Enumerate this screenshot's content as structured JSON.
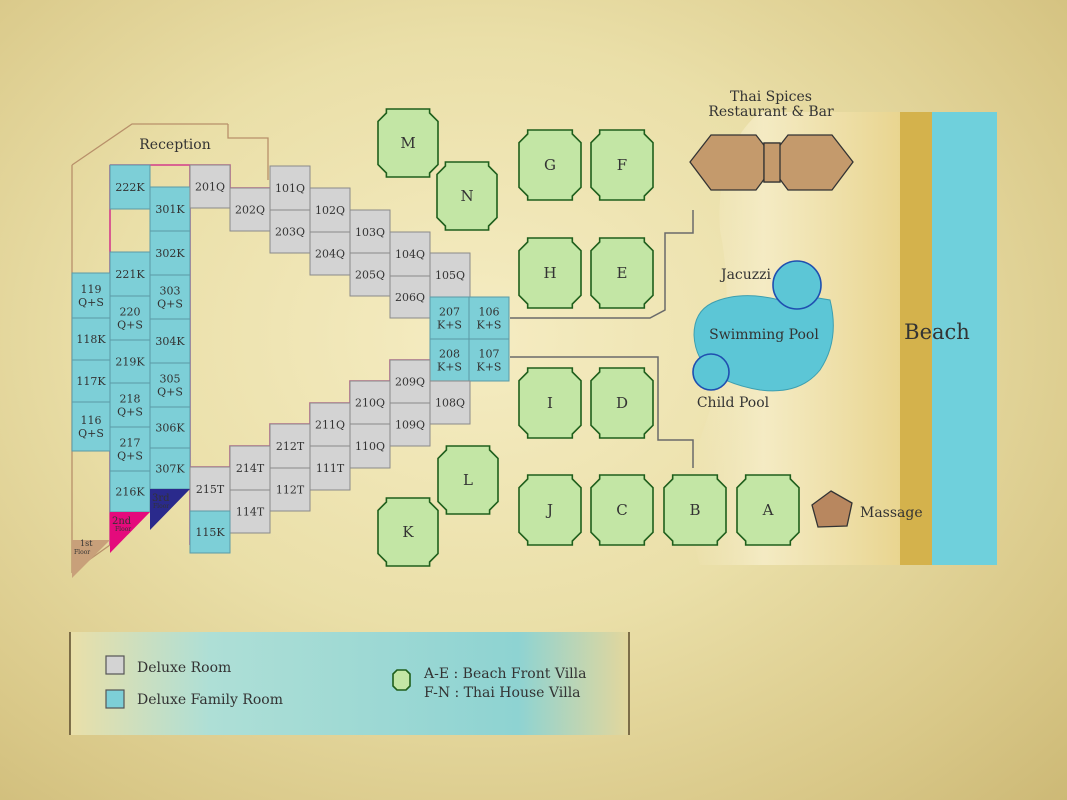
{
  "colors": {
    "deluxe": "#d3d3d3",
    "family": "#7dcfd7",
    "villa": "#c3e6a5",
    "villa_stroke": "#1f5f1c",
    "floor2": "#e40a7c",
    "floor3": "#2a2a8c",
    "floor1": "#c8a07a",
    "restaurant": "#c49a6c",
    "pool": "#5cc6d6",
    "water": "#6fd0dc",
    "sand": "#d4b24c"
  },
  "labels": {
    "reception": "Reception",
    "restaurant_line1": "Thai Spices",
    "restaurant_line2": "Restaurant & Bar",
    "jacuzzi": "Jacuzzi",
    "swimming_pool": "Swimming Pool",
    "child_pool": "Child Pool",
    "beach": "Beach",
    "massage": "Massage",
    "floor1_a": "1st",
    "floor1_b": "Floor",
    "floor2_a": "2nd",
    "floor2_b": "Floor",
    "floor3_a": "3rd",
    "floor3_b": "Floor"
  },
  "legend": {
    "deluxe_room": "Deluxe Room",
    "deluxe_family_room": "Deluxe Family Room",
    "villa_line1": "A-E : Beach Front Villa",
    "villa_line2": "F-N : Thai House Villa"
  },
  "rooms": [
    {
      "id": "222K",
      "type": "family",
      "lines": [
        "222K"
      ]
    },
    {
      "id": "221K",
      "type": "family",
      "lines": [
        "221K"
      ]
    },
    {
      "id": "220",
      "type": "family",
      "lines": [
        "220",
        "Q+S"
      ]
    },
    {
      "id": "219K",
      "type": "family",
      "lines": [
        "219K"
      ]
    },
    {
      "id": "218",
      "type": "family",
      "lines": [
        "218",
        "Q+S"
      ]
    },
    {
      "id": "217",
      "type": "family",
      "lines": [
        "217",
        "Q+S"
      ]
    },
    {
      "id": "216K",
      "type": "family",
      "lines": [
        "216K"
      ]
    },
    {
      "id": "301K",
      "type": "family",
      "lines": [
        "301K"
      ]
    },
    {
      "id": "302K",
      "type": "family",
      "lines": [
        "302K"
      ]
    },
    {
      "id": "303",
      "type": "family",
      "lines": [
        "303",
        "Q+S"
      ]
    },
    {
      "id": "304K",
      "type": "family",
      "lines": [
        "304K"
      ]
    },
    {
      "id": "305",
      "type": "family",
      "lines": [
        "305",
        "Q+S"
      ]
    },
    {
      "id": "306K",
      "type": "family",
      "lines": [
        "306K"
      ]
    },
    {
      "id": "307K",
      "type": "family",
      "lines": [
        "307K"
      ]
    },
    {
      "id": "119",
      "type": "family",
      "lines": [
        "119",
        "Q+S"
      ]
    },
    {
      "id": "118K",
      "type": "family",
      "lines": [
        "118K"
      ]
    },
    {
      "id": "117K",
      "type": "family",
      "lines": [
        "117K"
      ]
    },
    {
      "id": "116",
      "type": "family",
      "lines": [
        "116",
        "Q+S"
      ]
    },
    {
      "id": "201Q",
      "type": "deluxe",
      "lines": [
        "201Q"
      ]
    },
    {
      "id": "101Q",
      "type": "deluxe",
      "lines": [
        "101Q"
      ]
    },
    {
      "id": "202Q",
      "type": "deluxe",
      "lines": [
        "202Q"
      ]
    },
    {
      "id": "102Q",
      "type": "deluxe",
      "lines": [
        "102Q"
      ]
    },
    {
      "id": "203Q",
      "type": "deluxe",
      "lines": [
        "203Q"
      ]
    },
    {
      "id": "103Q",
      "type": "deluxe",
      "lines": [
        "103Q"
      ]
    },
    {
      "id": "204Q",
      "type": "deluxe",
      "lines": [
        "204Q"
      ]
    },
    {
      "id": "104Q",
      "type": "deluxe",
      "lines": [
        "104Q"
      ]
    },
    {
      "id": "205Q",
      "type": "deluxe",
      "lines": [
        "205Q"
      ]
    },
    {
      "id": "105Q",
      "type": "deluxe",
      "lines": [
        "105Q"
      ]
    },
    {
      "id": "206Q",
      "type": "deluxe",
      "lines": [
        "206Q"
      ]
    },
    {
      "id": "207",
      "type": "family",
      "lines": [
        "207",
        "K+S"
      ]
    },
    {
      "id": "106",
      "type": "family",
      "lines": [
        "106",
        "K+S"
      ]
    },
    {
      "id": "208",
      "type": "family",
      "lines": [
        "208",
        "K+S"
      ]
    },
    {
      "id": "107",
      "type": "family",
      "lines": [
        "107",
        "K+S"
      ]
    },
    {
      "id": "209Q",
      "type": "deluxe",
      "lines": [
        "209Q"
      ]
    },
    {
      "id": "108Q",
      "type": "deluxe",
      "lines": [
        "108Q"
      ]
    },
    {
      "id": "210Q",
      "type": "deluxe",
      "lines": [
        "210Q"
      ]
    },
    {
      "id": "109Q",
      "type": "deluxe",
      "lines": [
        "109Q"
      ]
    },
    {
      "id": "211Q",
      "type": "deluxe",
      "lines": [
        "211Q"
      ]
    },
    {
      "id": "110Q",
      "type": "deluxe",
      "lines": [
        "110Q"
      ]
    },
    {
      "id": "212T",
      "type": "deluxe",
      "lines": [
        "212T"
      ]
    },
    {
      "id": "111T",
      "type": "deluxe",
      "lines": [
        "111T"
      ]
    },
    {
      "id": "214T",
      "type": "deluxe",
      "lines": [
        "214T"
      ]
    },
    {
      "id": "112T",
      "type": "deluxe",
      "lines": [
        "112T"
      ]
    },
    {
      "id": "215T",
      "type": "deluxe",
      "lines": [
        "215T"
      ]
    },
    {
      "id": "114T",
      "type": "deluxe",
      "lines": [
        "114T"
      ]
    },
    {
      "id": "115K",
      "type": "family",
      "lines": [
        "115K"
      ]
    }
  ],
  "villas": [
    "M",
    "N",
    "G",
    "F",
    "H",
    "E",
    "I",
    "D",
    "L",
    "K",
    "J",
    "C",
    "B",
    "A"
  ]
}
